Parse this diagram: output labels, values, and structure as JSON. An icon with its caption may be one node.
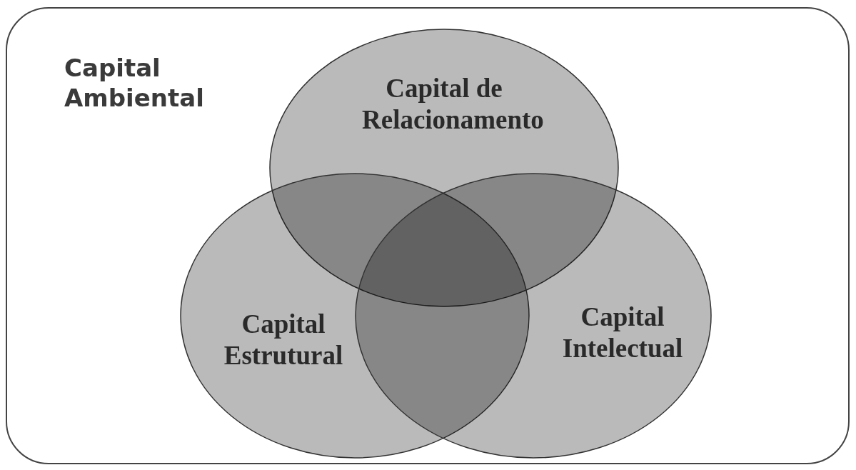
{
  "diagram": {
    "nodes": [
      {
        "text": [
          "Capital Ambiental"
        ]
      },
      {
        "text": [
          "Capital de Relacionamento"
        ],
        "in": 0
      },
      {
        "text": [
          "Capital Estrutural"
        ],
        "in": 0
      },
      {
        "text": [
          "Capital Intelectual"
        ],
        "in": 0
      }
    ]
  }
}
